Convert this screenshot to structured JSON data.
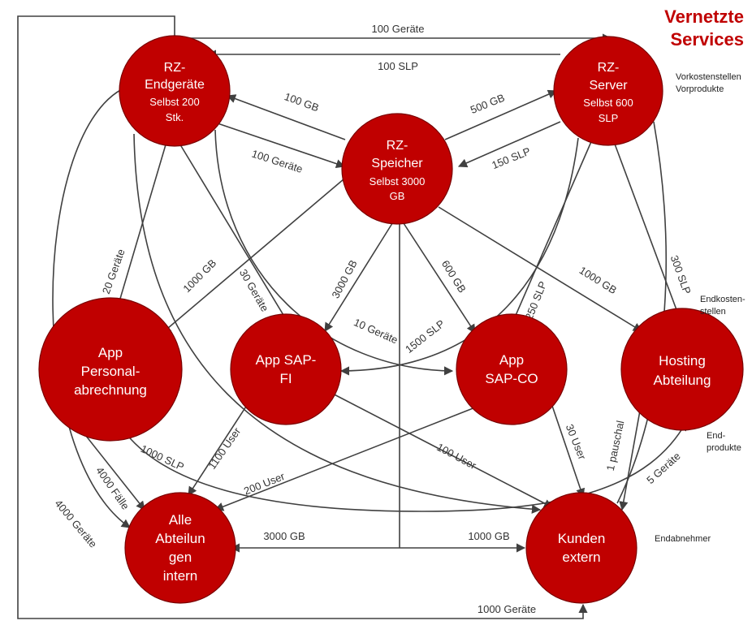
{
  "title": [
    "Vernetzte",
    "Services"
  ],
  "side_labels": {
    "vorkostenstellen": [
      "Vorkostenstellen",
      "Vorprodukte"
    ],
    "endkostenstellen": [
      "Endkosten-",
      "stellen"
    ],
    "endprodukte": [
      "End-",
      "produkte"
    ],
    "endabnehmer": [
      "Endabnehmer"
    ]
  },
  "nodes": {
    "rz_endgeraete": [
      "RZ-",
      "Endgeräte",
      "Selbst 200",
      "Stk."
    ],
    "rz_server": [
      "RZ-",
      "Server",
      "Selbst 600",
      "SLP"
    ],
    "rz_speicher": [
      "RZ-",
      "Speicher",
      "Selbst 3000",
      "GB"
    ],
    "app_personal": [
      "App",
      "Personal-",
      "abrechnung"
    ],
    "app_sap_fi": [
      "App SAP-",
      "FI"
    ],
    "app_sap_co": [
      "App",
      "SAP-CO"
    ],
    "hosting": [
      "Hosting",
      "Abteilung"
    ],
    "alle_abteilungen": [
      "Alle",
      "Abteilun",
      "gen",
      "intern"
    ],
    "kunden": [
      "Kunden",
      "extern"
    ]
  },
  "edges": {
    "endg_server": "100 Geräte",
    "server_endg": "100 SLP",
    "endg_speicher_a": "100 GB",
    "endg_speicher_b": "100 Geräte",
    "speicher_server": "500 GB",
    "server_speicher": "150 SLP",
    "endg_personal": "20 Geräte",
    "speicher_personal": "1000 GB",
    "endg_fi": "30 Geräte",
    "speicher_fi": "3000 GB",
    "speicher_co": "600 GB",
    "endg_co": "10 Geräte",
    "server_fi": "1500 SLP",
    "server_co": "250 SLP",
    "speicher_hosting": "1000 GB",
    "server_hosting": "300 SLP",
    "server_personal": "1000 SLP",
    "personal_alle": "4000 Fälle",
    "endg_alle": "4000 Geräte",
    "fi_alle": "1100 User",
    "co_alle": "200 User",
    "fi_kunden": "100 User",
    "co_kunden": "30 User",
    "hosting_kunden": "1 pauschal",
    "alle_hosting": "5 Geräte",
    "speicher_alle": "3000 GB",
    "speicher_kunden": "1000 GB",
    "loop_kunden": "1000 Geräte"
  }
}
